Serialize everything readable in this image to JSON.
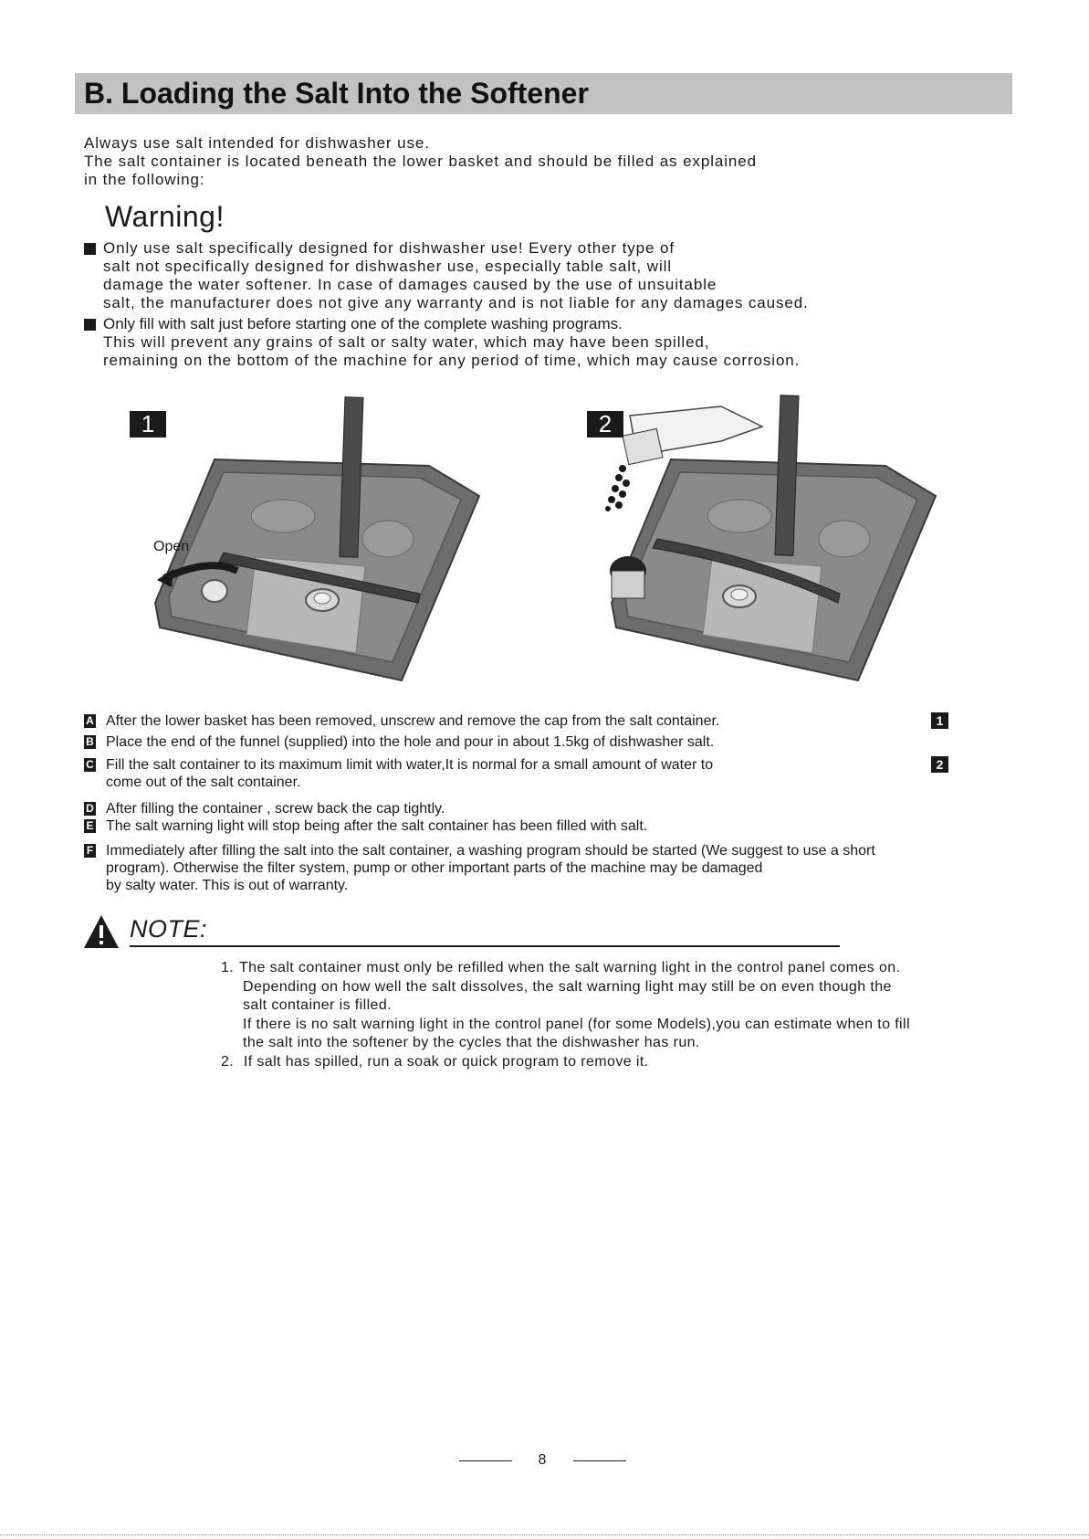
{
  "title": "B. Loading the Salt Into the Softener",
  "intro": [
    "Always use salt intended for dishwasher use.",
    "The salt container is located beneath the lower basket and should be filled as explained",
    "in the following:"
  ],
  "warning": {
    "heading": "Warning!",
    "item1": [
      "Only use salt specifically designed for dishwasher use! Every other type of",
      "salt not specifically designed for dishwasher use, especially table salt, will",
      "damage the water softener. In case of damages caused by the use of unsuitable",
      "salt, the manufacturer does not give any warranty and is not liable for any damages caused."
    ],
    "item2": [
      "Only fill with salt just before starting one of the complete washing programs.",
      "This will prevent any grains of salt or salty water, which may have been spilled,",
      "remaining on the bottom of the machine for any period of time, which may cause corrosion."
    ]
  },
  "figures": {
    "fig1_num": "1",
    "fig1_open": "Open",
    "fig2_num": "2"
  },
  "steps": {
    "a": {
      "letter": "A",
      "lines": [
        "After the lower basket has been removed, unscrew and remove the cap from the salt container."
      ]
    },
    "b": {
      "letter": "B",
      "lines": [
        "Place the end of the funnel (supplied) into the hole and pour in about 1.5kg of dishwasher salt."
      ]
    },
    "c": {
      "letter": "C",
      "lines": [
        "Fill the salt container to its maximum limit with water,It is normal for a small amount of water to",
        "come out of the salt container."
      ]
    },
    "d": {
      "letter": "D",
      "lines": [
        "After filling the container , screw back the cap tightly."
      ]
    },
    "e": {
      "letter": "E",
      "lines": [
        "The salt warning light will stop being  after the salt container has been filled with salt."
      ]
    },
    "f": {
      "letter": "F",
      "lines": [
        "Immediately after filling the salt into the salt container, a washing program should be started (We suggest to use a short",
        "program). Otherwise the filter system, pump or other important parts of the machine may be damaged",
        "by salty  water. This  is out of warranty."
      ]
    },
    "ref1": "1",
    "ref2": "2"
  },
  "note": {
    "label": "NOTE:",
    "item1": {
      "num": "1.",
      "lines": [
        "The salt container must only be  refilled when the salt warning light in the control panel comes on.",
        "Depending on how well the salt dissolves, the salt warning light may still be on even though the",
        "salt container is filled.",
        "If there is no salt warning light in the control panel (for some Models),you can estimate when to fill",
        "the salt into the softener by the cycles that the dishwasher has run."
      ]
    },
    "item2": {
      "num": "2.",
      "lines": [
        "If salt has spilled, run a soak or quick program to remove it."
      ]
    }
  },
  "page_number": "8"
}
